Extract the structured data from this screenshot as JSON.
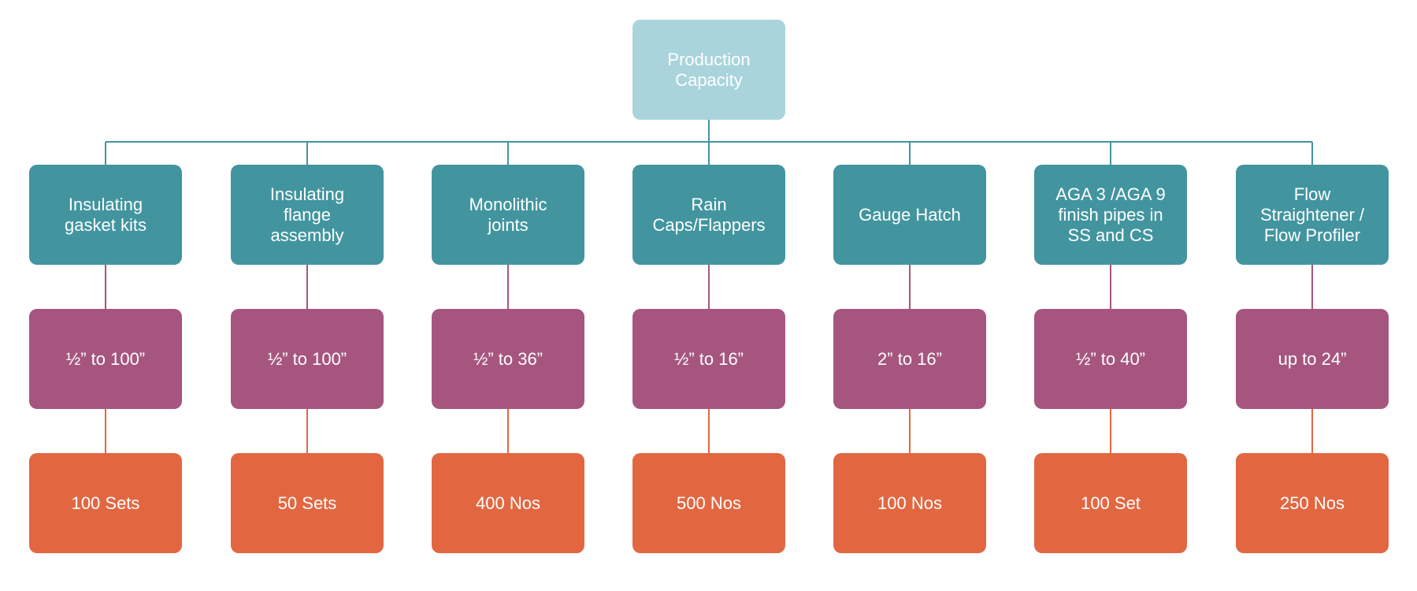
{
  "root": {
    "label": "Production\nCapacity"
  },
  "branches": [
    {
      "product": "Insulating\ngasket kits",
      "size": "½” to 100”",
      "capacity": "100 Sets"
    },
    {
      "product": "Insulating\nflange\nassembly",
      "size": "½” to 100”",
      "capacity": "50 Sets"
    },
    {
      "product": "Monolithic\njoints",
      "size": "½” to 36”",
      "capacity": "400 Nos"
    },
    {
      "product": "Rain\nCaps/Flappers",
      "size": "½” to 16”",
      "capacity": "500 Nos"
    },
    {
      "product": "Gauge Hatch",
      "size": "2” to 16”",
      "capacity": "100 Nos"
    },
    {
      "product": "AGA 3 /AGA 9\nfinish pipes in\nSS and CS",
      "size": "½” to 40”",
      "capacity": "100 Set"
    },
    {
      "product": "Flow\nStraightener /\nFlow Profiler",
      "size": "up to 24”",
      "capacity": "250 Nos"
    }
  ],
  "colors": {
    "root": "#a9d4dc",
    "product": "#42959f",
    "size": "#a6567e",
    "capacity": "#e26741"
  }
}
